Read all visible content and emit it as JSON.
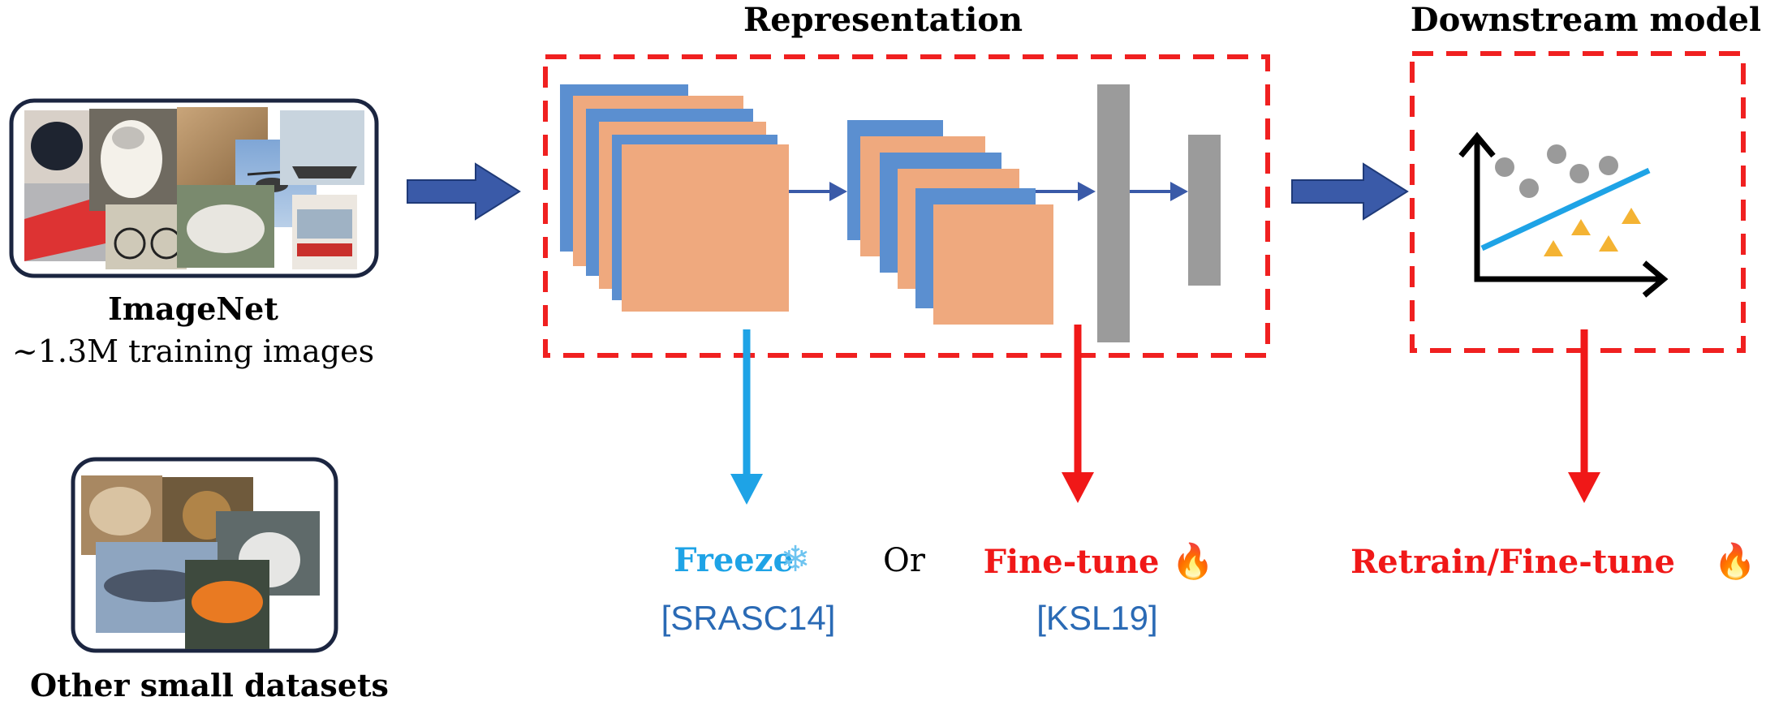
{
  "colors": {
    "blue_arrow": "#3a5aa8",
    "layer_blue": "#5b8fd0",
    "layer_orange": "#efa97e",
    "gray_bar": "#9b9b9b",
    "dashed_red": "#f02020",
    "freeze_blue": "#1ea3e6",
    "fine_tune_red": "#f01818",
    "citation_blue": "#2a6ab5",
    "triangle": "#f4b333",
    "dot": "#9a9a9a",
    "frame": "#1b2540"
  },
  "left": {
    "imagenet": {
      "title": "ImageNet",
      "subtitle": "~1.3M training images",
      "thumbnails": [
        "dog",
        "white puppy",
        "dog face",
        "ship",
        "helicopter",
        "train",
        "bicycle",
        "husky",
        "bus"
      ]
    },
    "small": {
      "title": "Other small datasets",
      "thumbnails": [
        "dog",
        "dog",
        "white dog",
        "car",
        "orange car"
      ]
    }
  },
  "representation": {
    "title": "Representation",
    "freeze": {
      "label": "Freeze",
      "icon": "snowflake-icon",
      "icon_glyph": "❄",
      "citation": "[SRASC14]"
    },
    "or_label": "Or",
    "fine_tune": {
      "label": "Fine-tune",
      "icon": "fire-icon",
      "icon_glyph": "🔥",
      "citation": "[KSL19]"
    }
  },
  "downstream": {
    "title": "Downstream model",
    "action": {
      "label": "Retrain/Fine-tune",
      "icon": "fire-icon",
      "icon_glyph": "🔥"
    }
  }
}
